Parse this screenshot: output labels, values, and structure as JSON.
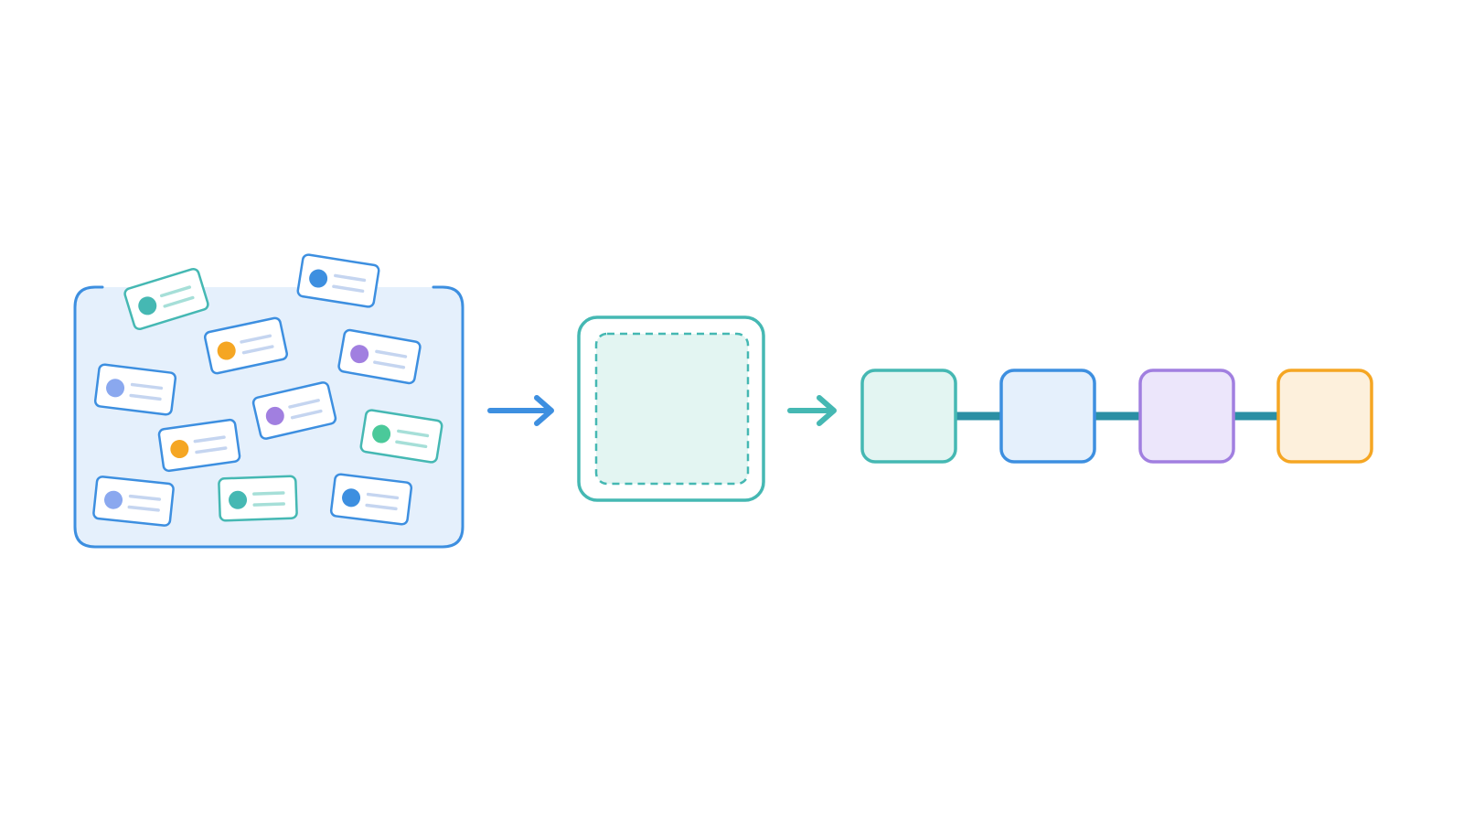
{
  "colors": {
    "background": "#ffffff",
    "blue": "#3d8fe0",
    "blue_light": "#e5f0fc",
    "teal": "#45b8b3",
    "teal_light": "#e3f5f2",
    "teal_dark": "#2a8fa4",
    "purple": "#a17fe0",
    "purple_light": "#ece6fb",
    "orange": "#f5a623",
    "orange_light": "#fdf0dc",
    "green": "#4bc99a",
    "periwinkle": "#8aa8ef",
    "line_light": "#c5d5f0"
  },
  "cards": [
    {
      "dot": "teal",
      "border": "teal"
    },
    {
      "dot": "blue",
      "border": "blue"
    },
    {
      "dot": "orange",
      "border": "blue"
    },
    {
      "dot": "purple",
      "border": "blue"
    },
    {
      "dot": "periwinkle",
      "border": "blue"
    },
    {
      "dot": "purple",
      "border": "blue"
    },
    {
      "dot": "orange",
      "border": "blue"
    },
    {
      "dot": "green",
      "border": "teal"
    },
    {
      "dot": "periwinkle",
      "border": "blue"
    },
    {
      "dot": "teal",
      "border": "teal"
    },
    {
      "dot": "blue",
      "border": "blue"
    }
  ],
  "pipeline": [
    {
      "name": "teal",
      "fill": "teal_light",
      "stroke": "teal"
    },
    {
      "name": "blue",
      "fill": "blue_light",
      "stroke": "blue"
    },
    {
      "name": "purple",
      "fill": "purple_light",
      "stroke": "purple"
    },
    {
      "name": "orange",
      "fill": "orange_light",
      "stroke": "orange"
    }
  ],
  "icons": [
    "card-icon",
    "arrow-right-icon",
    "container-icon",
    "pipeline-node-icon"
  ]
}
